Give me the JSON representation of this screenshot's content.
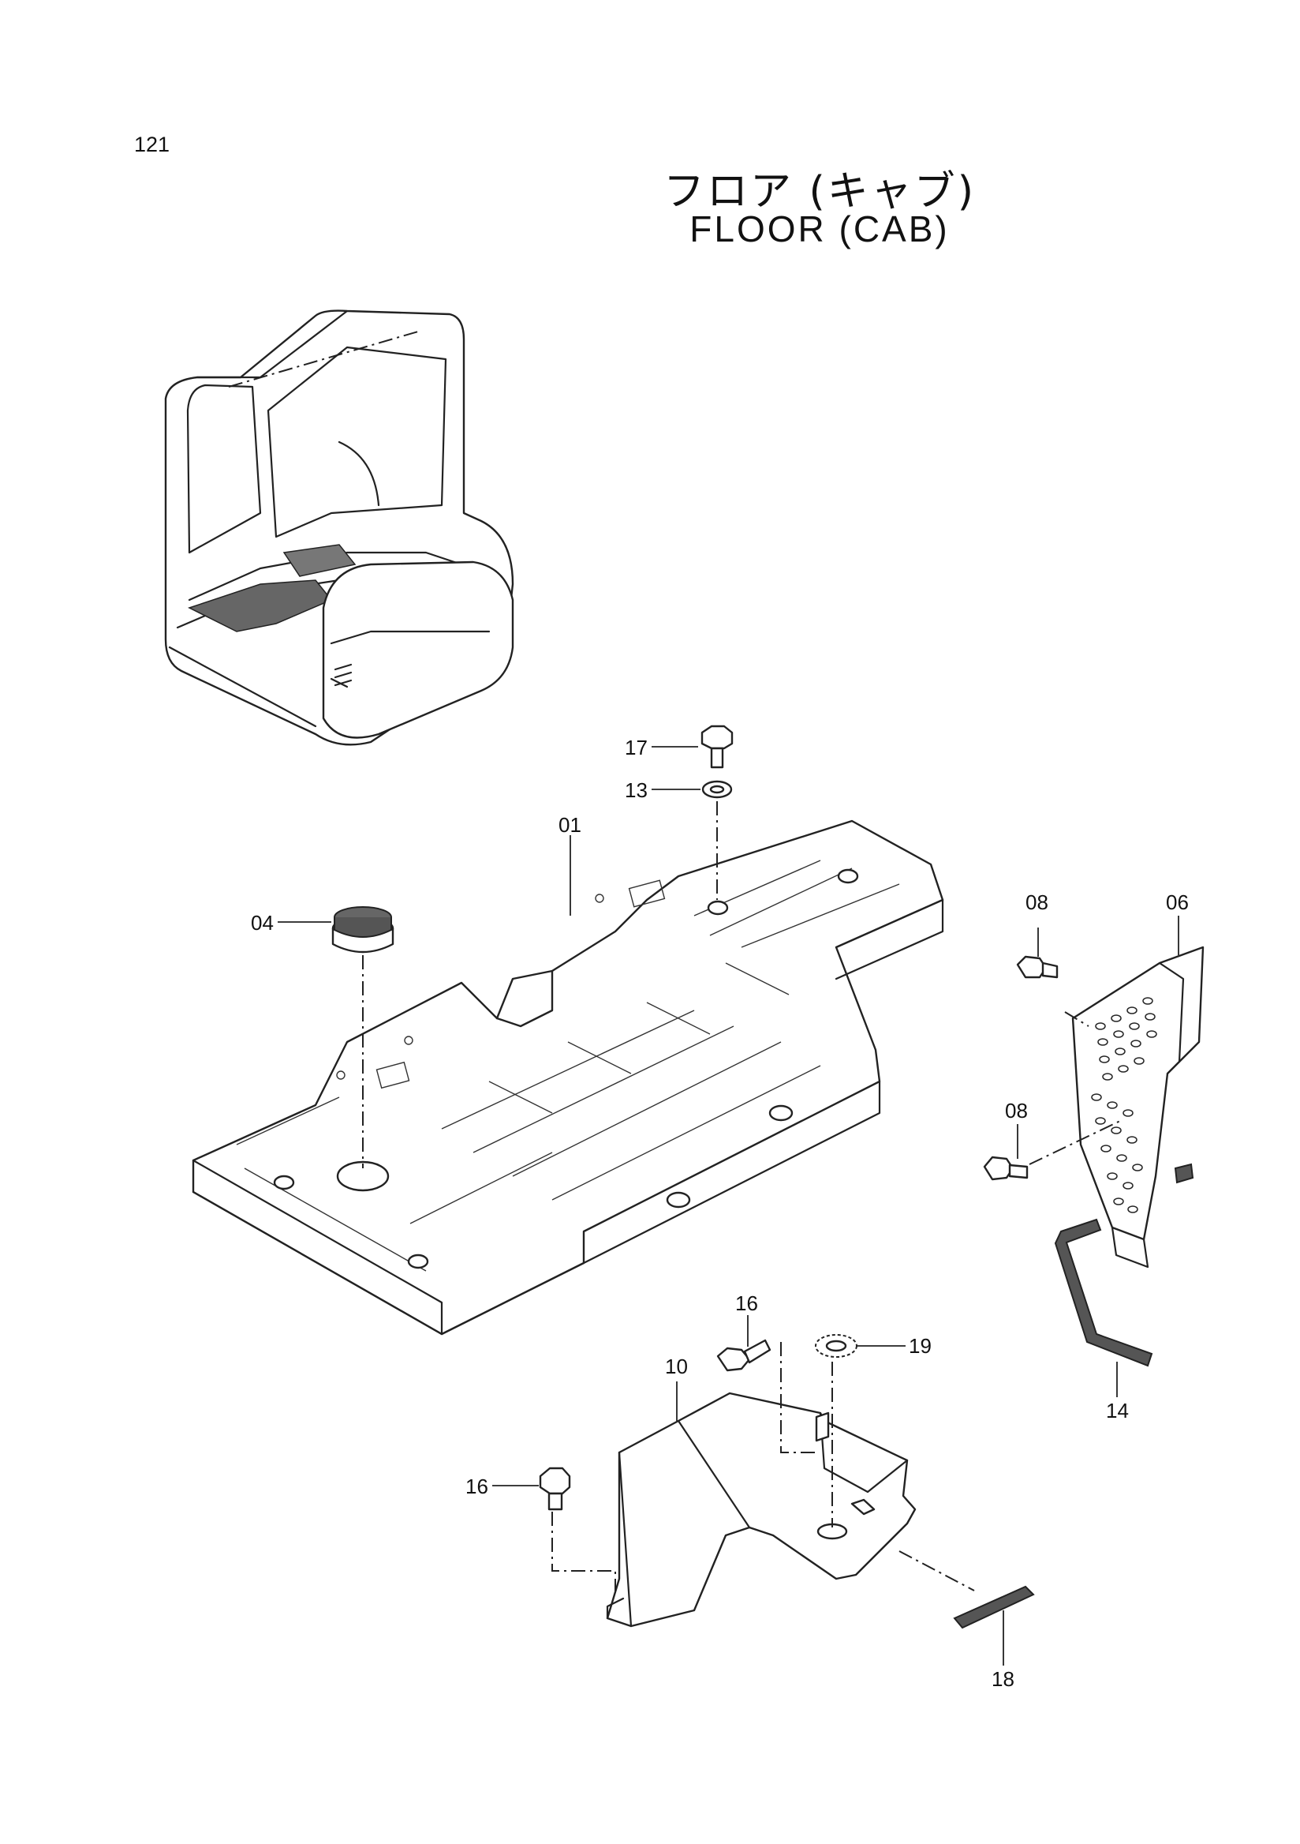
{
  "page_number": "121",
  "title_jp": "フロア (キャブ)",
  "title_en": "FLOOR (CAB)",
  "callouts": {
    "p01": "01",
    "p04": "04",
    "p06": "06",
    "p08a": "08",
    "p08b": "08",
    "p10": "10",
    "p13": "13",
    "p14": "14",
    "p16a": "16",
    "p16b": "16",
    "p17": "17",
    "p18": "18",
    "p19": "19"
  }
}
